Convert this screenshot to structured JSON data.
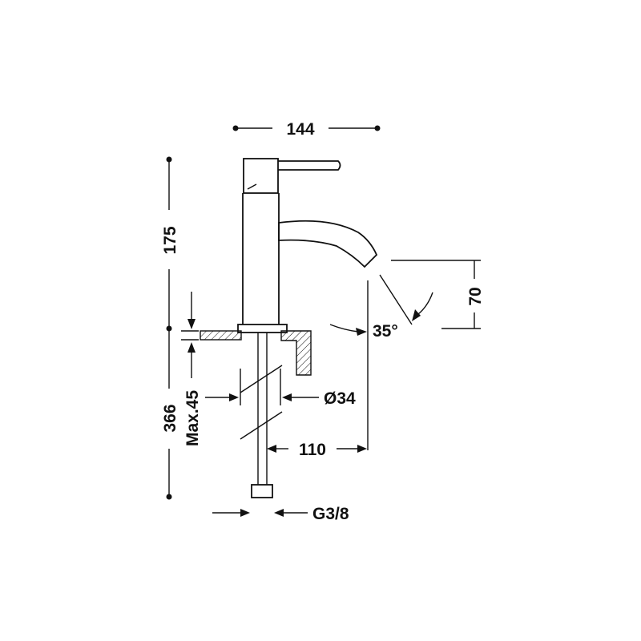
{
  "dimensions": {
    "width_total": "144",
    "height_total": "175",
    "spout_height": "70",
    "spout_angle": "35°",
    "total_length": "366",
    "max_thickness": "Max.45",
    "hole_diameter": "Ø34",
    "reach": "110",
    "connection": "G3/8"
  },
  "colors": {
    "line": "#111111",
    "background": "#ffffff"
  }
}
